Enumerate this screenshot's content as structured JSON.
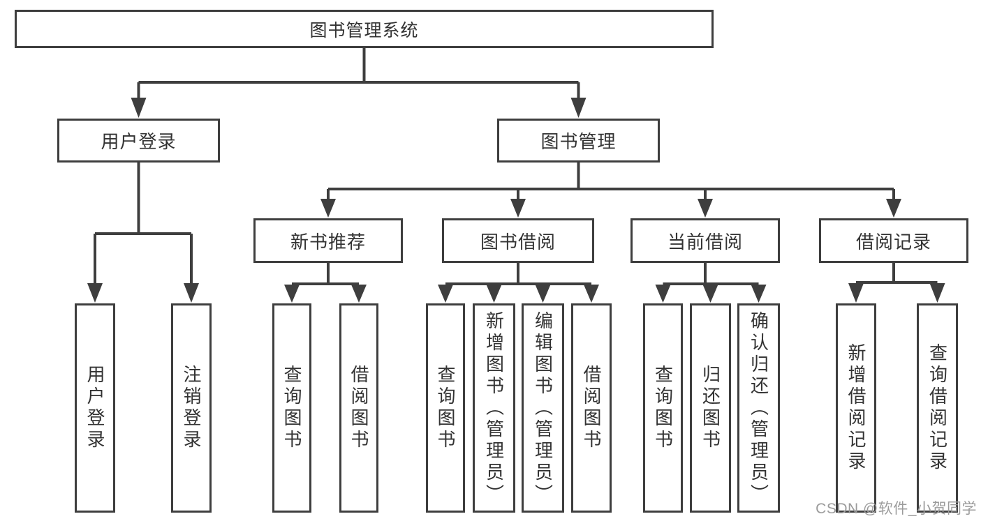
{
  "tree": {
    "root": {
      "label": "图书管理系统",
      "children": [
        {
          "label": "用户登录",
          "children": [
            {
              "label": "用户登录"
            },
            {
              "label": "注销登录"
            }
          ]
        },
        {
          "label": "图书管理",
          "children": [
            {
              "label": "新书推荐",
              "children": [
                {
                  "label": "查询图书"
                },
                {
                  "label": "借阅图书"
                }
              ]
            },
            {
              "label": "图书借阅",
              "children": [
                {
                  "label": "查询图书"
                },
                {
                  "label": "新增图书（管理员）"
                },
                {
                  "label": "编辑图书（管理员）"
                },
                {
                  "label": "借阅图书"
                }
              ]
            },
            {
              "label": "当前借阅",
              "children": [
                {
                  "label": "查询图书"
                },
                {
                  "label": "归还图书"
                },
                {
                  "label": "确认归还（管理员）"
                }
              ]
            },
            {
              "label": "借阅记录",
              "children": [
                {
                  "label": "新增借阅记录"
                },
                {
                  "label": "查询借阅记录"
                }
              ]
            }
          ]
        }
      ]
    }
  },
  "watermark": {
    "text": "CSDN @软件_小贺同学"
  },
  "colors": {
    "background": "#ffffff",
    "box_border": "#3e3e3e",
    "connector_line": "#3e3e3e",
    "text": "#333333",
    "watermark_text": "#9b9b9b"
  }
}
